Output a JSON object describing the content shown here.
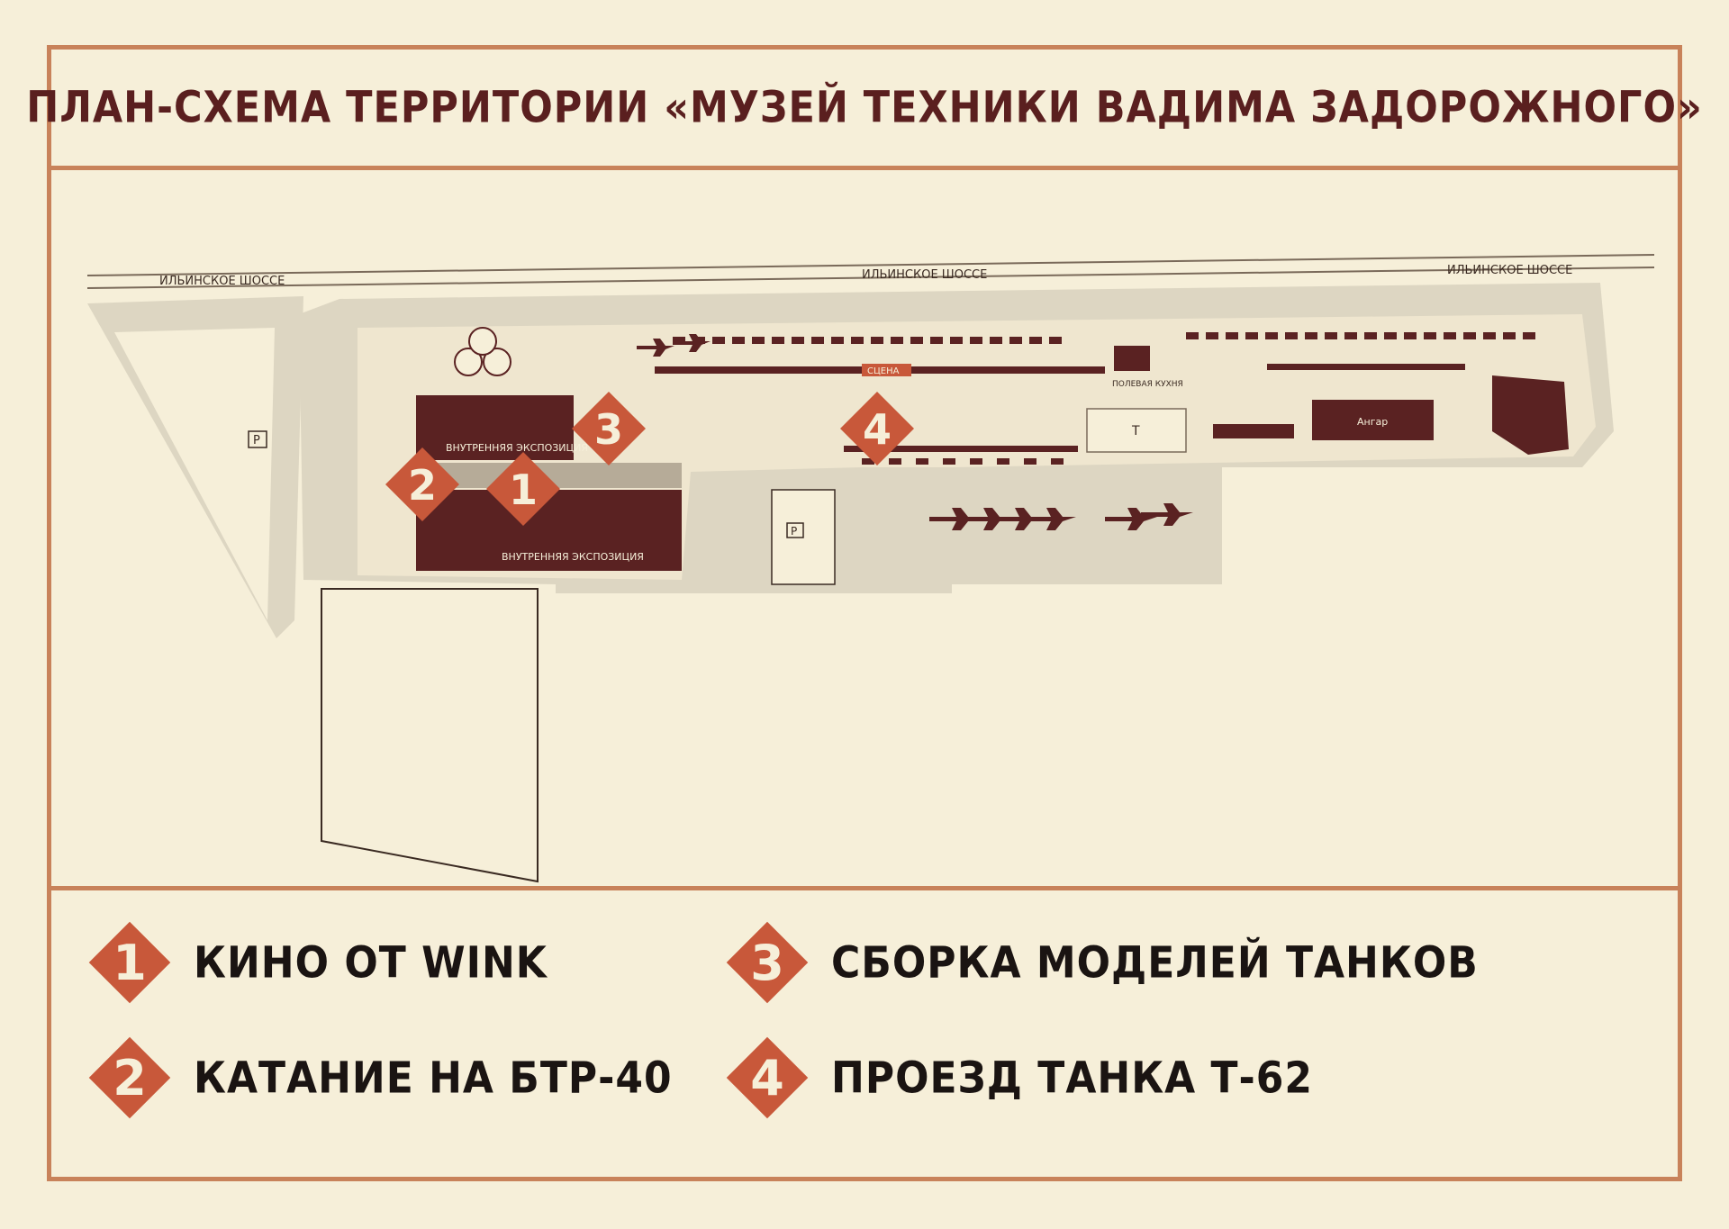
{
  "title": "ПЛАН-СХЕМА ТЕРРИТОРИИ «МУЗЕЙ ТЕХНИКИ ВАДИМА ЗАДОРОЖНОГО»",
  "colors": {
    "frame": "#c8825a",
    "background": "#f6efd9",
    "territory": "#ddd6c2",
    "building": "#5a2222",
    "marker": "#c8583a",
    "title_text": "#5a1f1f",
    "legend_text": "#1a1412"
  },
  "map": {
    "roads": [
      "ИЛЬИНСКОЕ ШОССЕ",
      "ИЛЬИНСКОЕ ШОССЕ",
      "ИЛЬИНСКОЕ ШОССЕ"
    ],
    "buildings": {
      "exhibition_upper": "ВНУТРЕННЯЯ ЭКСПОЗИЦИЯ",
      "exhibition_lower": "ВНУТРЕННЯЯ ЭКСПОЗИЦИЯ",
      "stage": "СЦЕНА",
      "field_kitchen": "ПОЛЕВАЯ КУХНЯ",
      "hangar": "Ангар",
      "toilet": "Т"
    },
    "parking": [
      "P",
      "P"
    ],
    "markers": [
      "1",
      "2",
      "3",
      "4"
    ]
  },
  "legend": [
    {
      "number": "1",
      "label": "КИНО ОТ WINK"
    },
    {
      "number": "2",
      "label": "КАТАНИЕ НА БТР-40"
    },
    {
      "number": "3",
      "label": "СБОРКА МОДЕЛЕЙ ТАНКОВ"
    },
    {
      "number": "4",
      "label": "ПРОЕЗД ТАНКА Т-62"
    }
  ]
}
